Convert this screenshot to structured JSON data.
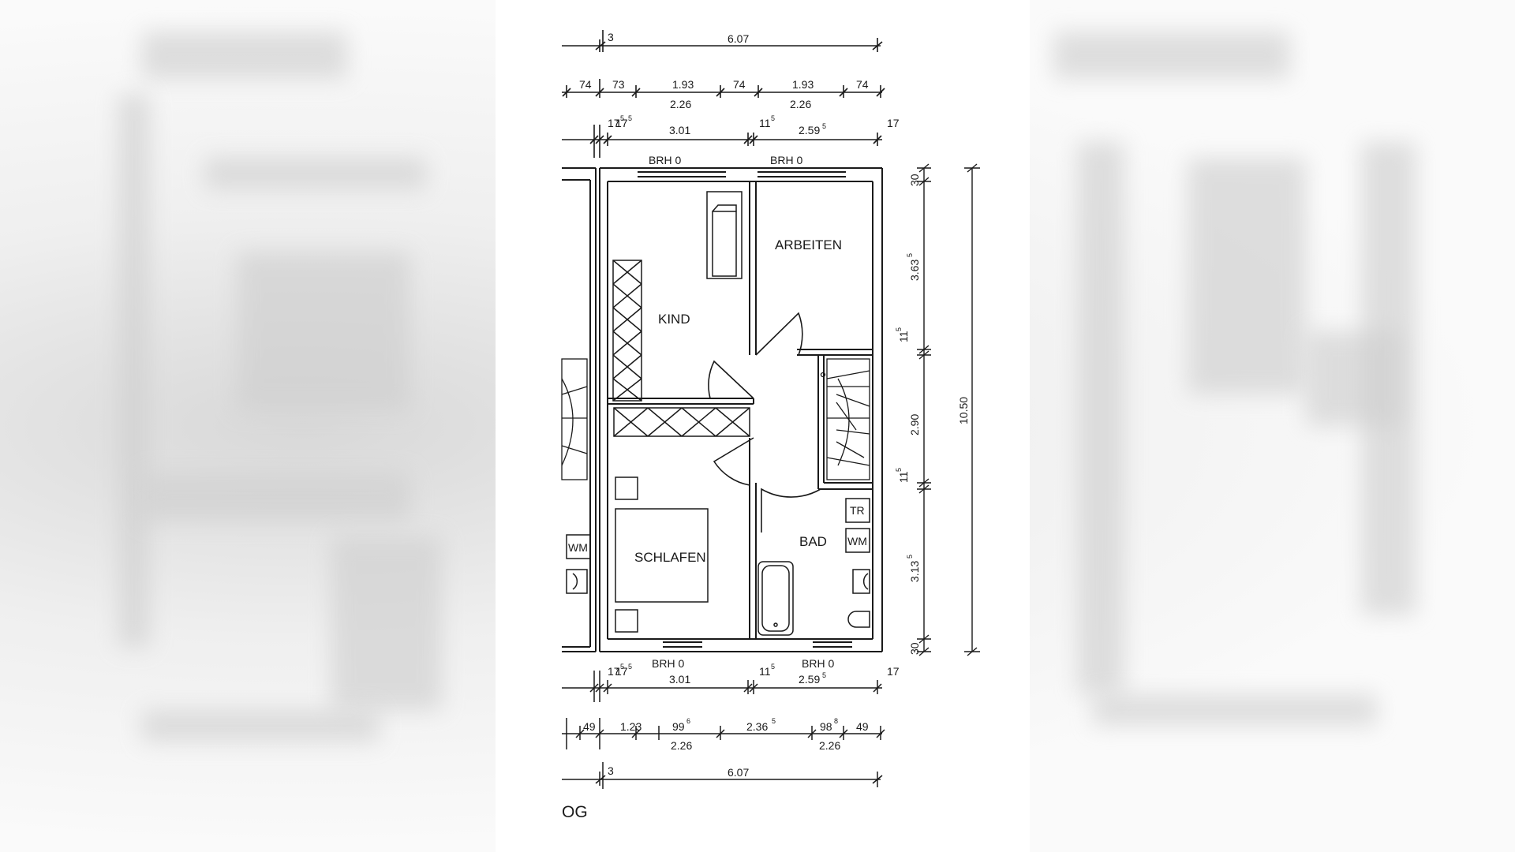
{
  "plan": {
    "floor_label": "OG",
    "rooms": {
      "kind": "KIND",
      "arbeiten": "ARBEITEN",
      "schlafen": "SCHLAFEN",
      "bad": "BAD"
    },
    "fixtures": {
      "tr": "TR",
      "wm": "WM",
      "wm_left": "WM"
    },
    "brh": {
      "top_left": "BRH  0",
      "top_right": "BRH  0",
      "bottom_left": "BRH  0",
      "bottom_right": "BRH  0"
    },
    "top_dims": {
      "overall": "6.07",
      "offset": "3",
      "row2": [
        "74",
        "73",
        "1.93",
        "74",
        "1.93",
        "74"
      ],
      "row2_sub": [
        "2.26",
        "2.26"
      ],
      "row3": [
        "17",
        "17",
        "3.01",
        "11",
        "2.59",
        "17"
      ],
      "row3_sup": [
        "5",
        "5",
        "5",
        "5"
      ]
    },
    "bottom_dims": {
      "row1": [
        "17",
        "17",
        "3.01",
        "11",
        "2.59",
        "17"
      ],
      "row1_sup": [
        "5",
        "5",
        "5",
        "5"
      ],
      "row2": [
        "49",
        "1.23",
        "99",
        "2.36",
        "98",
        "49"
      ],
      "row2_sup": [
        "6",
        "5",
        "8"
      ],
      "row2_sub": [
        "2.26",
        "2.26"
      ],
      "overall": "6.07",
      "offset": "3"
    },
    "right_dims": {
      "overall": "10.50",
      "segments": [
        "30",
        "3.63",
        "11",
        "2.90",
        "11",
        "3.13",
        "30"
      ],
      "sups": [
        "5",
        "5",
        "5",
        "5"
      ]
    }
  }
}
